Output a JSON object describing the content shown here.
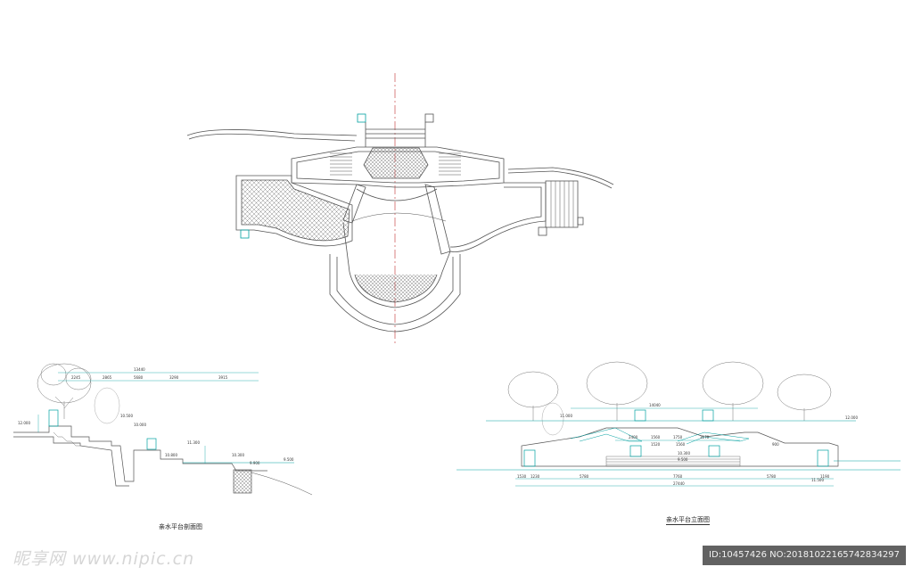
{
  "plan": {
    "label": ""
  },
  "section_left": {
    "title": "亲水平台剖面图",
    "dims_top": [
      "13440",
      "2245",
      "2865",
      "5680",
      "3290",
      "3915"
    ],
    "elevations": [
      "12.000",
      "10.500",
      "10.000",
      "11.300",
      "10.800",
      "10.300",
      "9.900",
      "9.500"
    ]
  },
  "section_right": {
    "title": "亲水平台立面图",
    "dims_top": [
      "14040",
      "2400",
      "1560",
      "1750",
      "3170",
      "1520",
      "1560",
      "900"
    ],
    "dims_bottom": [
      "1530",
      "1230",
      "5780",
      "7760",
      "5780",
      "1190",
      "27440"
    ],
    "elevations": [
      "12.000",
      "11.000",
      "10.300",
      "9.500",
      "11.500"
    ]
  },
  "watermark": {
    "left": "昵享网 www.nipic.cn",
    "right": "ID:10457426 NO:20181022165742834297"
  },
  "colors": {
    "line": "#555555",
    "accent": "#00a0a0",
    "centerline": "#c03030"
  }
}
